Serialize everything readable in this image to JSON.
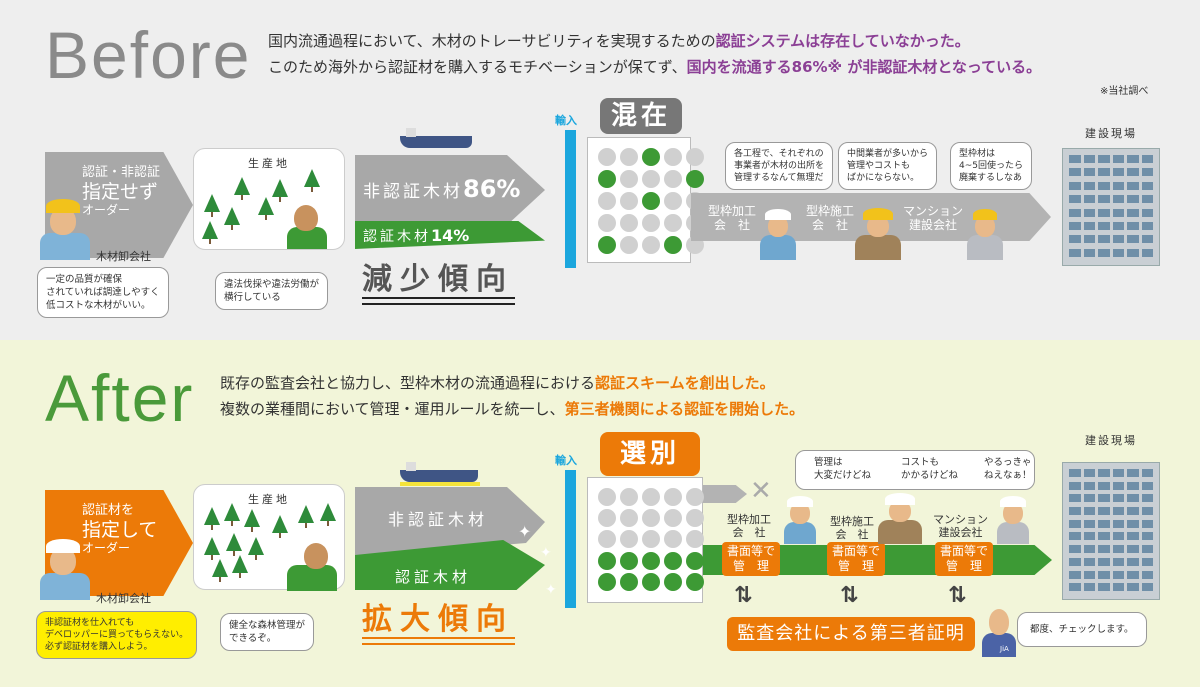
{
  "before": {
    "title": "Before",
    "lead1_plain": "国内流通過程において、木材のトレーサビリティを実現するための",
    "lead1_em": "認証システムは存在していなかった。",
    "lead2_plain": "このため海外から認証材を購入するモチベーションが保てず、",
    "lead2_em": "国内を流通する86%※ が非認証木材となっている。",
    "note": "※当社調べ",
    "order": {
      "line1": "認証・非認証",
      "line2": "指定せず",
      "line3": "オーダー"
    },
    "wholesaler": "木材卸会社",
    "wholesaler_bubble": "一定の品質が確保\nされていれば調達しやすく\n低コストな木材がいい。",
    "site_title": "生産地",
    "site_bubble": "違法伐採や違法労働が\n横行している",
    "noncert": "非認証木材",
    "noncert_pct": "86%",
    "cert": "認証木材",
    "cert_pct": "14%",
    "trend": "減少傾向",
    "import": "輸入",
    "tag": "混在",
    "grid": [
      0,
      0,
      1,
      0,
      0,
      1,
      0,
      0,
      0,
      1,
      0,
      0,
      1,
      0,
      0,
      0,
      0,
      0,
      0,
      0,
      1,
      0,
      0,
      1,
      0
    ],
    "stages": [
      "型枠加工\n会　社",
      "型枠施工\n会　社",
      "マンション\n建設会社"
    ],
    "bubbles": [
      "各工程で、それぞれの\n事業者が木材の出所を\n管理するなんて無理だ",
      "中間業者が多いから\n管理やコストも\nばかにならない。",
      "型枠材は\n4~5回使ったら\n廃棄するしなあ"
    ],
    "site_label": "建設現場"
  },
  "after": {
    "title": "After",
    "lead1_plain": "既存の監査会社と協力し、型枠木材の流通過程における",
    "lead1_em": "認証スキームを創出した。",
    "lead2_plain": "複数の業種間において管理・運用ルールを統一し、",
    "lead2_em": "第三者機関による認証を開始した。",
    "order": {
      "line1": "認証材を",
      "line2": "指定して",
      "line3": "オーダー"
    },
    "wholesaler": "木材卸会社",
    "wholesaler_bubble": "非認証材を仕入れても\nデベロッパーに買ってもらえない。\n必ず認証材を購入しよう。",
    "site_title": "生産地",
    "site_bubble": "健全な森林管理が\nできるぞ。",
    "noncert": "非認証木材",
    "cert": "認証木材",
    "trend": "拡大傾向",
    "import": "輸入",
    "tag": "選別",
    "grid": [
      0,
      0,
      0,
      0,
      0,
      0,
      0,
      0,
      0,
      0,
      0,
      0,
      0,
      0,
      0,
      1,
      1,
      1,
      1,
      1,
      1,
      1,
      1,
      1,
      1
    ],
    "stages": [
      "型枠加工\n会　社",
      "型枠施工\n会　社",
      "マンション\n建設会社"
    ],
    "manage": "書面等で\n管　理",
    "bubbles": [
      "管理は\n大変だけどね",
      "コストも\nかかるけどね",
      "やるっきゃ\nねえなぁ！"
    ],
    "audit": "監査会社による第三者証明",
    "auditor_badge": "JiA",
    "auditor_bubble": "都度、チェックします。",
    "site_label": "建設現場"
  },
  "colors": {
    "purple": "#8b3f95",
    "orange": "#ec7a08",
    "green": "#3d9a35",
    "gray": "#a8a8a8",
    "blue": "#1ba6dd"
  }
}
